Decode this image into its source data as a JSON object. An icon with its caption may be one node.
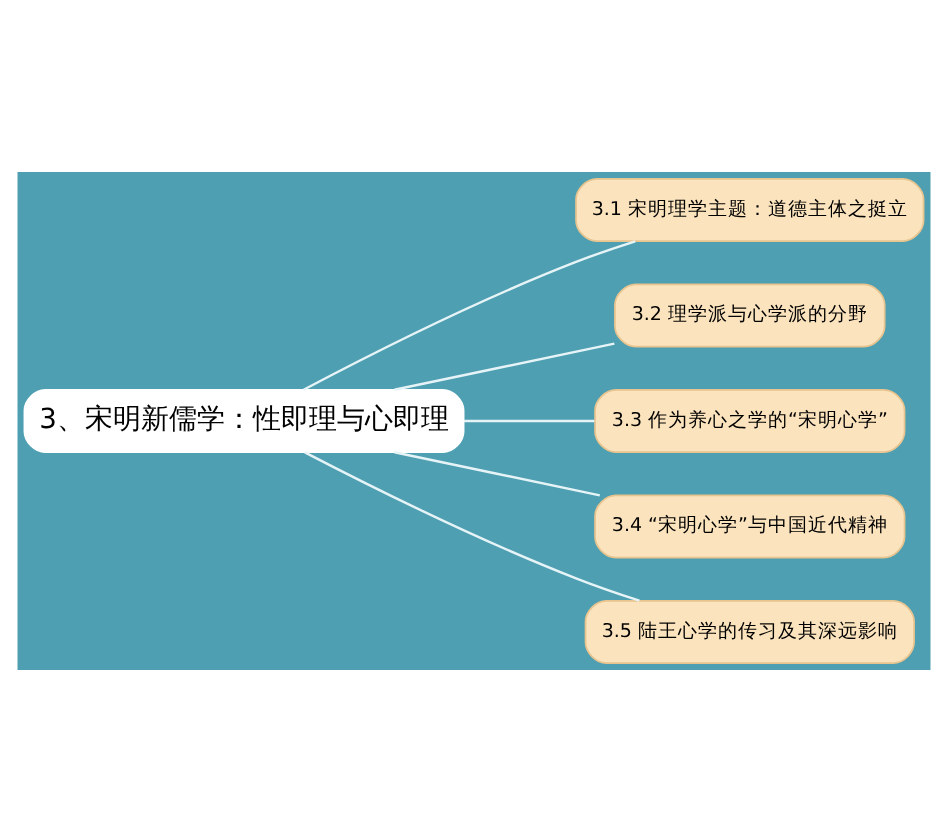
{
  "diagram": {
    "nodes": [
      {
        "text": [
          "3、宋明新儒学：性即理与心即理"
        ]
      },
      {
        "text": [
          "3.1 宋明理学主题：道德主体之挺立"
        ]
      },
      {
        "text": [
          "3.2 理学派与心学派的分野"
        ]
      },
      {
        "text": [
          "3.3 作为养心之学的“宋明心学”"
        ]
      },
      {
        "text": [
          "3.4 “宋明心学”与中国近代精神"
        ]
      },
      {
        "text": [
          "3.5 陆王心学的传习及其深远影响"
        ]
      }
    ],
    "edges": [
      {
        "from": 0,
        "to": 1,
        "arrow": "none"
      },
      {
        "from": 0,
        "to": 2,
        "arrow": "none"
      },
      {
        "from": 0,
        "to": 3,
        "arrow": "none"
      },
      {
        "from": 0,
        "to": 4,
        "arrow": "none"
      },
      {
        "from": 0,
        "to": 5,
        "arrow": "none"
      }
    ]
  }
}
